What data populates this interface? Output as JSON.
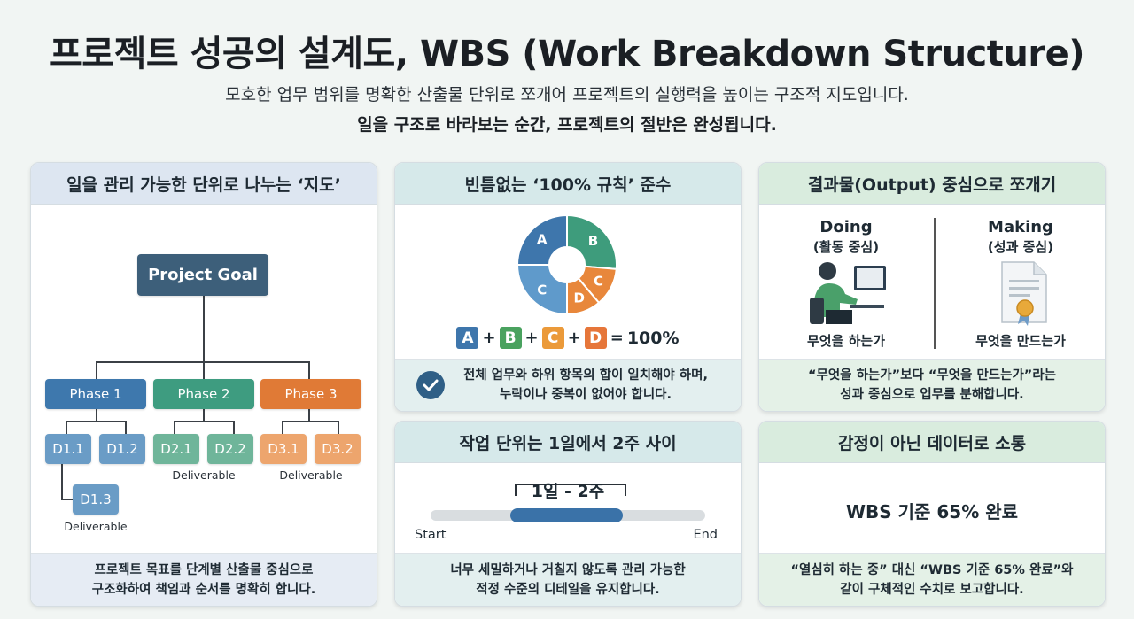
{
  "header": {
    "title": "프로젝트 성공의 설계도, WBS (Work Breakdown Structure)",
    "subtitle1": "모호한 업무 범위를 명확한 산출물 단위로 쪼개어 프로젝트의 실행력을 높이는 구조적 지도입니다.",
    "subtitle2": "일을 구조로 바라보는 순간, 프로젝트의 절반은 완성됩니다."
  },
  "card_map": {
    "title": "일을 관리 가능한 단위로 나누는 ‘지도’",
    "goal": "Project Goal",
    "phases": [
      "Phase 1",
      "Phase 2",
      "Phase 3"
    ],
    "deliverables": [
      "D1.1",
      "D1.2",
      "D1.3",
      "D2.1",
      "D2.2",
      "D3.1",
      "D3.2"
    ],
    "deliverable_label": "Deliverable",
    "footer_line1": "프로젝트 목표를 단계별 산출물 중심으로",
    "footer_line2": "구조화하여 책임과 순서를 명확히 합니다.",
    "colors": {
      "goal": "#3d5f7a",
      "phase1": "#3e78ad",
      "phase2": "#3e9c80",
      "phase3": "#e07a36",
      "d1": "#6a9cc6",
      "d2": "#6fb59a",
      "d3": "#eda56d"
    }
  },
  "card_rule": {
    "title": "빈틈없는 ‘100% 규칙’ 준수",
    "segments": [
      {
        "label": "A",
        "color": "#3e76ac"
      },
      {
        "label": "B",
        "color": "#3e9c7c"
      },
      {
        "label": "C",
        "color": "#e8873b"
      },
      {
        "label": "D",
        "color": "#e8873b"
      },
      {
        "label": "C",
        "color": "#5f9acb"
      }
    ],
    "equation": {
      "terms": [
        {
          "label": "A",
          "color": "#3e76ac"
        },
        {
          "label": "B",
          "color": "#4aa25f"
        },
        {
          "label": "C",
          "color": "#eb9a3a"
        },
        {
          "label": "D",
          "color": "#e6763a"
        }
      ],
      "plus": "+",
      "equals": "=",
      "result": "100%"
    },
    "note_line1": "전체 업무와 하위 항목의 합이 일치해야 하며,",
    "note_line2": "누락이나 중복이 없어야 합니다.",
    "check_icon": "check-circle-icon"
  },
  "card_output": {
    "title": "결과물(Output) 중심으로 쪼개기",
    "left_title": "Doing",
    "left_sub": "(활동 중심)",
    "left_caption": "무엇을 하는가",
    "left_icon": "person-at-computer-icon",
    "right_title": "Making",
    "right_sub": "(성과 중심)",
    "right_caption": "무엇을 만드는가",
    "right_icon": "certificate-document-icon",
    "footer_line1": "“무엇을 하는가”보다 “무엇을 만드는가”라는",
    "footer_line2": "성과 중심으로 업무를 분해합니다."
  },
  "card_unit": {
    "title": "작업 단위는 1일에서 2주 사이",
    "range_label": "1일 - 2주",
    "start": "Start",
    "end": "End",
    "range_fraction": [
      0.29,
      0.7
    ],
    "footer_line1": "너무 세밀하거나 거칠지 않도록 관리 가능한",
    "footer_line2": "적정 수준의 디테일을 유지합니다."
  },
  "card_data": {
    "title": "감정이 아닌 데이터로 소통",
    "metric": "WBS 기준 65% 완료",
    "footer_line1": "“열심히 하는 중” 대신 “WBS 기준 65% 완료”와",
    "footer_line2": "같이 구체적인 수치로 보고합니다."
  }
}
